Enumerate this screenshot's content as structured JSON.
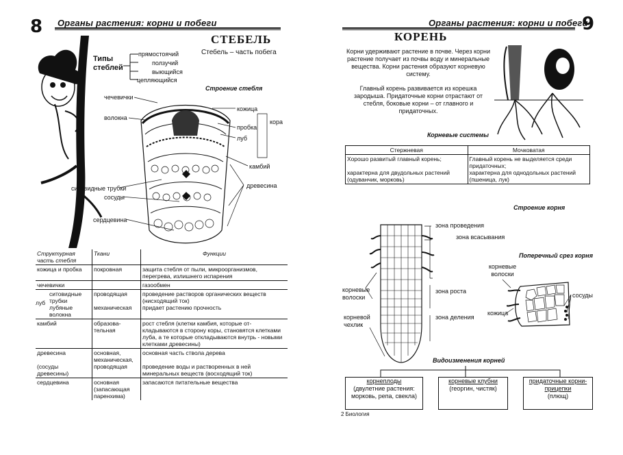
{
  "left_page": {
    "page_number": "8",
    "header": "Органы растения: корни и побеги",
    "title": "СТЕБЕЛЬ",
    "definition": "Стебель – часть побега",
    "stem_types": {
      "heading": "Типы стеблей",
      "items": [
        "прямостоячий",
        "ползучий",
        "выющийся",
        "цепляющийся"
      ]
    },
    "structure": {
      "subtitle": "Строение стебля",
      "labels": {
        "chechevichki": "чечевички",
        "volokna": "волокна",
        "kozhitsa": "кожица",
        "probka": "пробка",
        "lub": "луб",
        "kora": "кора",
        "kambiy": "камбий",
        "sitovidnye": "ситовидные трубки",
        "sosudy": "сосуды",
        "drevesina": "древесина",
        "serdtsevina": "сердцевина"
      }
    },
    "table": {
      "headers": [
        "Структурная часть стебля",
        "Ткани",
        "Функции"
      ],
      "rows": [
        {
          "part": "кожица и пробка",
          "tissue": "покровная",
          "function": "защита стебля от пыли, микроорганизмов, перегрева, излишнего испарения"
        },
        {
          "part": "чечевички",
          "tissue": "",
          "function": "газообмен"
        },
        {
          "part_lub": "луб",
          "part_a": "ситовидные трубки",
          "part_b": "лубяные волокна",
          "tissue_a": "проводящая",
          "tissue_b": "механическая",
          "function_a": "проведение растворов органических веществ (нисходящий ток)",
          "function_b": "придает растению прочность"
        },
        {
          "part": "камбий",
          "tissue": "образова-тельная",
          "function": "рост стебля (клетки камбия, которые от-кладываются в сторону коры, становятся клетками луба, а те которые откладываются внутрь - новыми клетками древесины)"
        },
        {
          "part_a": "древесина",
          "part_b": "(сосуды древесины)",
          "tissue": "основная, механическая, проводящая",
          "function_a": "основная часть ствола дерева",
          "function_b": "проведение воды и растворенных в ней минеральных веществ (восходящий ток)"
        },
        {
          "part": "сердцевина",
          "tissue": "основная (запасающая паренхима)",
          "function": "запасаются питательные вещества"
        }
      ]
    }
  },
  "right_page": {
    "page_number": "9",
    "header": "Органы растения: корни и побеги",
    "title": "КОРЕНЬ",
    "paragraph_1": "Корни удерживают растение в почве. Через корни растение получает из почвы воду и минеральные вещества. Корни растения образуют корневую систему.",
    "paragraph_2": "Главный корень развивается из корешка зародыша. Придаточные корни отрастают от стебля, боковые корни – от главного и придаточных.",
    "root_systems": {
      "subtitle": "Корневые системы",
      "headers": [
        "Стержневая",
        "Мочковатая"
      ],
      "left_cell": [
        "Хорошо развитый главный корень;",
        "характерна для двудольных растений (одуванчик, морковь)"
      ],
      "right_cell": [
        "Главный корень не выделяется среди придаточных;",
        "характерна для однодольных растений (пшеница, лук)"
      ]
    },
    "root_structure": {
      "subtitle": "Строение корня",
      "zones": [
        "зона проведения",
        "зона всасывания",
        "зона роста",
        "зона деления"
      ],
      "hairs_label": "корневые волоски",
      "cap_label": "корневой чехлик",
      "cross_section_title": "Поперечный срез корня",
      "cross_hairs": "корневые волоски",
      "cross_skin": "кожица",
      "cross_vessels": "сосуды"
    },
    "modifications": {
      "subtitle": "Видоизменения корней",
      "items": [
        {
          "title": "корнеплоды",
          "text": "(двулетние растения: морковь, репа, свекла)"
        },
        {
          "title": "корневые клубни",
          "text": "(георгин, чистяк)"
        },
        {
          "title": "придаточные корни-прицепки",
          "text": "(плющ)"
        }
      ]
    },
    "footer": "2 Биология"
  }
}
